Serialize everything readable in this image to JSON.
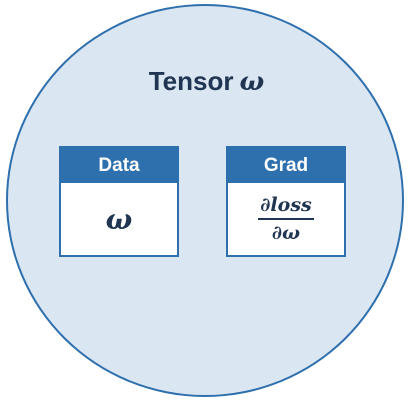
{
  "title": {
    "text": "Tensor",
    "symbol": "ω"
  },
  "data_box": {
    "header": "Data",
    "value": "ω"
  },
  "grad_box": {
    "header": "Grad",
    "numerator": "∂loss",
    "denominator": "∂ω"
  },
  "colors": {
    "accent": "#2e6fad",
    "circle_fill": "#dbe6f3",
    "text": "#1f3552"
  }
}
